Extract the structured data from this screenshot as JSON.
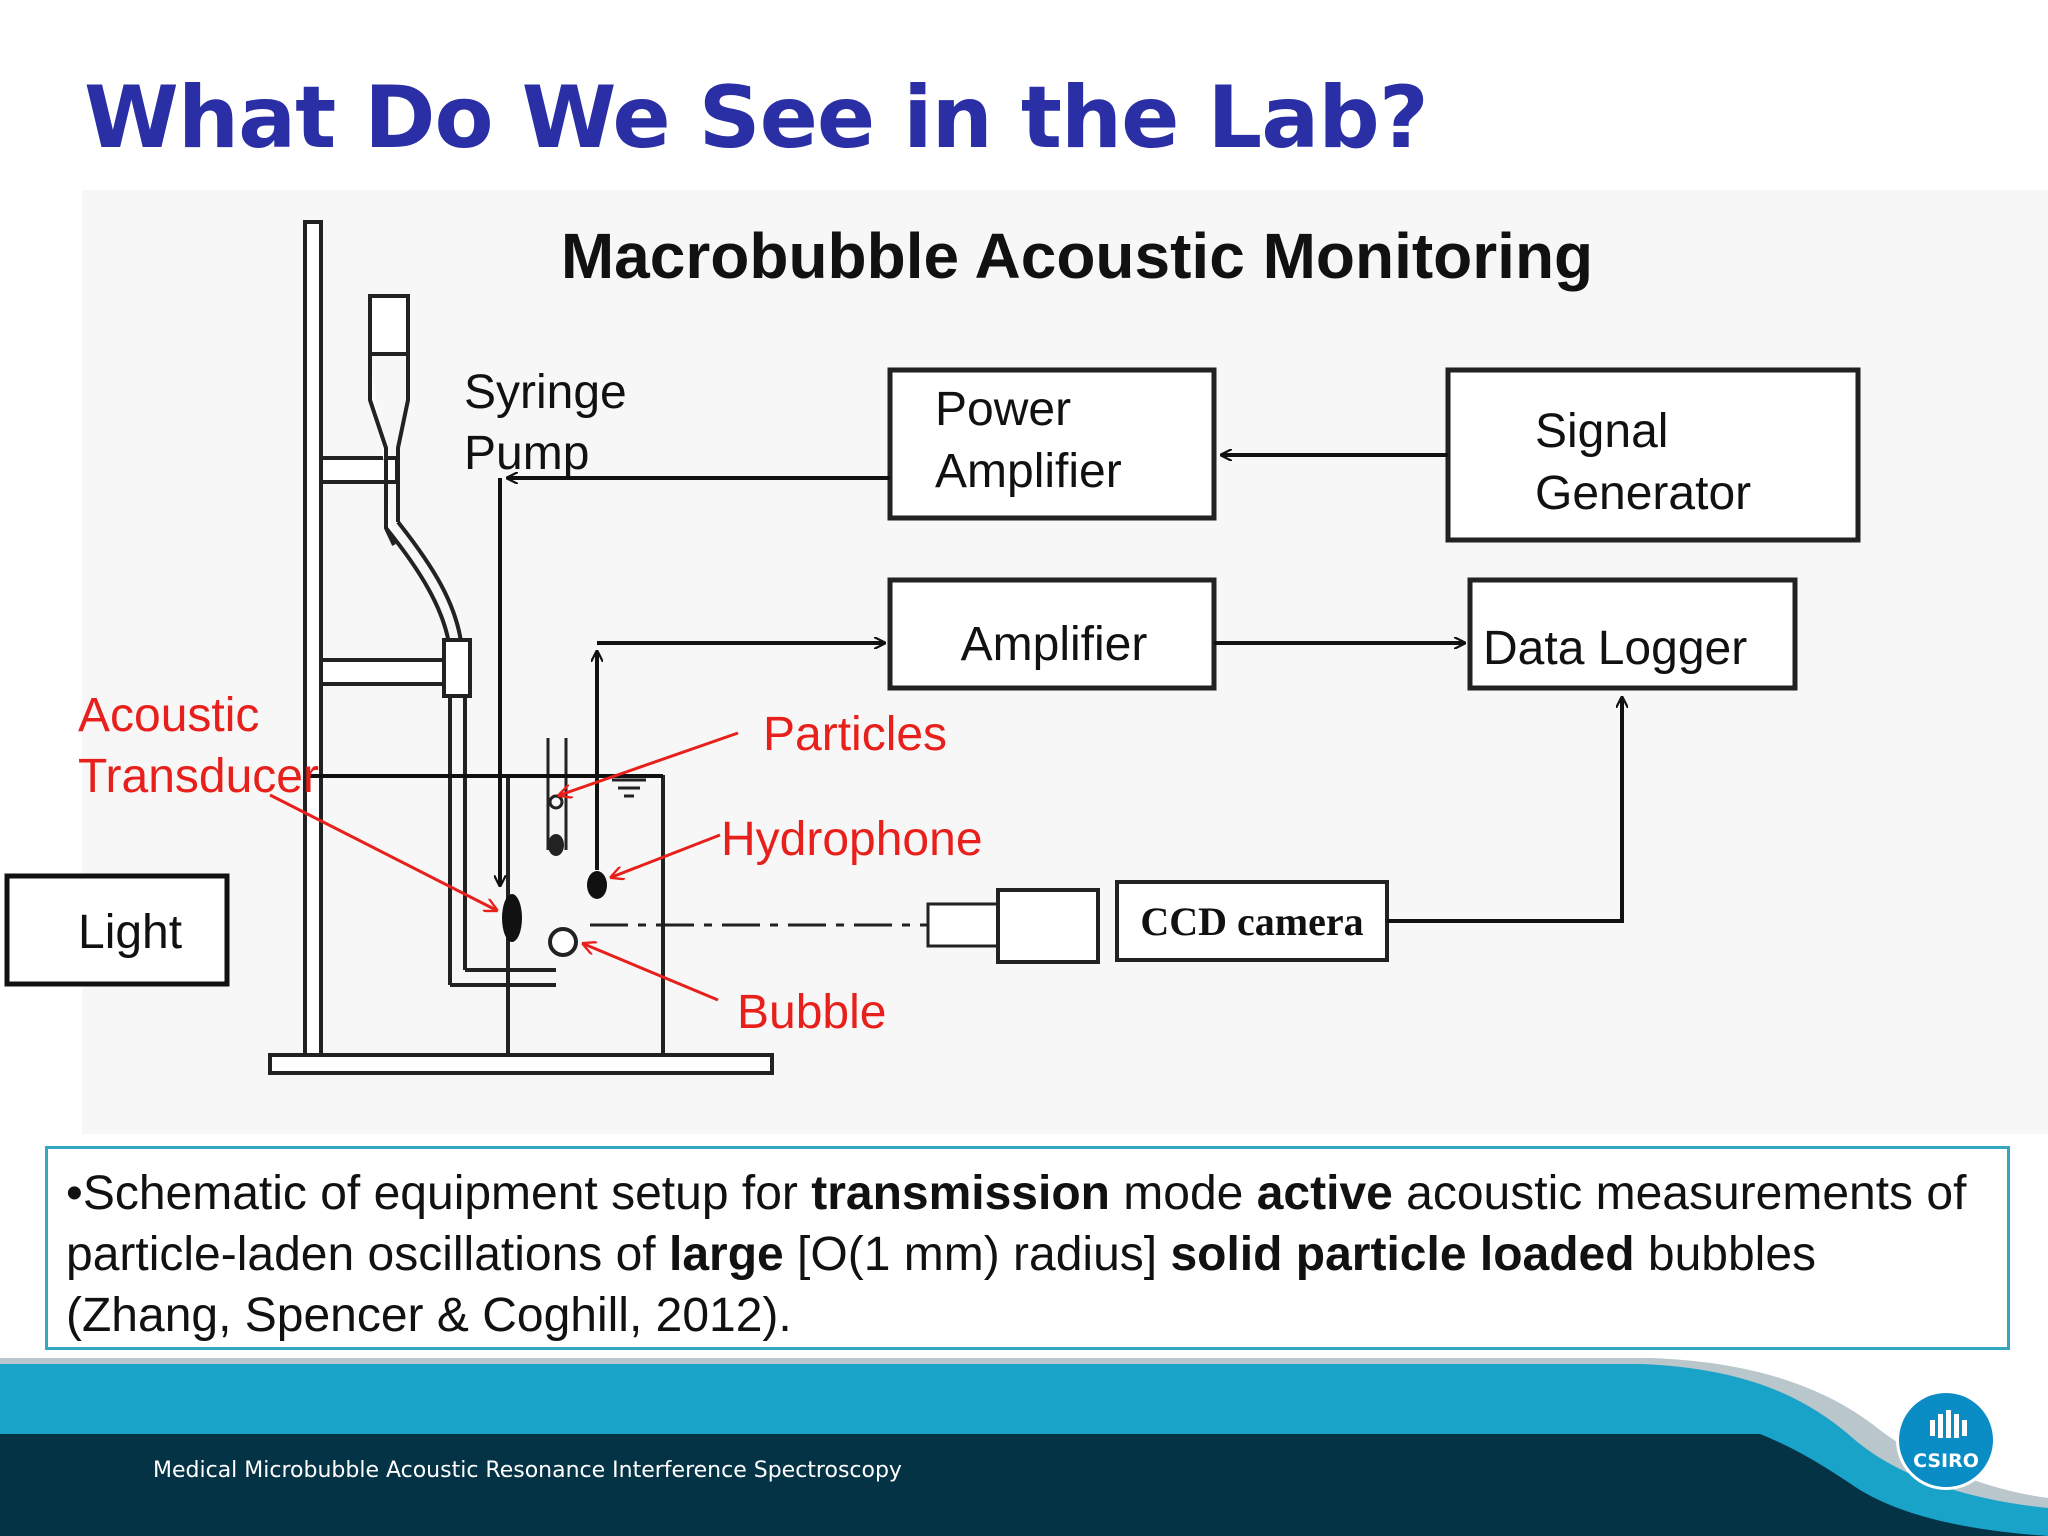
{
  "slide": {
    "title": "What Do We See in the Lab?"
  },
  "diagram": {
    "title": "Macrobubble Acoustic Monitoring",
    "syringe_pump_line1": "Syringe",
    "syringe_pump_line2": "Pump",
    "power_amplifier_line1": "Power",
    "power_amplifier_line2": "Amplifier",
    "signal_generator_line1": "Signal",
    "signal_generator_line2": "Generator",
    "amplifier": "Amplifier",
    "data_logger": "Data Logger",
    "acoustic_transducer_line1": "Acoustic",
    "acoustic_transducer_line2": "Transducer",
    "particles": "Particles",
    "hydrophone": "Hydrophone",
    "bubble": "Bubble",
    "light": "Light",
    "ccd_camera": "CCD camera",
    "colors": {
      "annotation_red": "#e8201c",
      "line_black": "#111111"
    }
  },
  "caption": {
    "bullet": "•",
    "t1": "Schematic of equipment setup for ",
    "b1": "transmission",
    "t2": " mode ",
    "b2": "active",
    "t3": " acoustic measurements of particle-laden oscillations of ",
    "b3": "large",
    "t4": " [O(1 mm) radius] ",
    "b4": "solid particle loaded",
    "t5": " bubbles (Zhang, Spencer & Coghill, 2012)."
  },
  "footer": {
    "text": "Medical Microbubble Acoustic Resonance Interference Spectroscopy",
    "logo_text": "CSIRO",
    "colors": {
      "band_light": "#1aa3c9",
      "band_dark": "#053346"
    }
  }
}
